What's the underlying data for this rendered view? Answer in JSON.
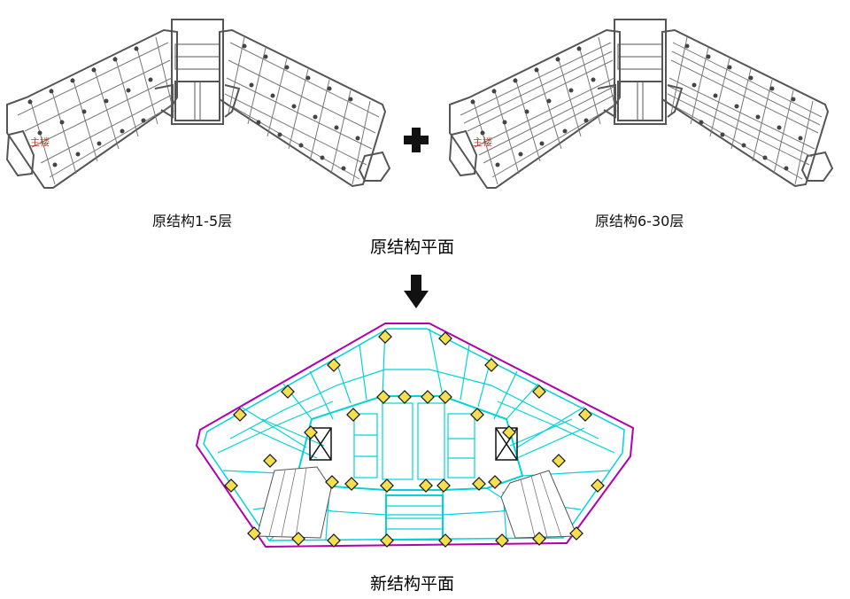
{
  "diagram": {
    "plan_left_caption": "原结构1-5层",
    "plan_right_caption": "原结构6-30层",
    "plan_left_tag": "主楼",
    "plan_right_tag": "主楼",
    "original_title": "原结构平面",
    "new_title": "新结构平面",
    "plus_symbol": "✚"
  },
  "colors": {
    "line_dark": "#444444",
    "line_grid": "#666666",
    "tag_red": "#c0392b",
    "new_cyan": "#00d4d8",
    "new_magenta": "#b000b0",
    "column_yellow": "#f4e04d"
  }
}
